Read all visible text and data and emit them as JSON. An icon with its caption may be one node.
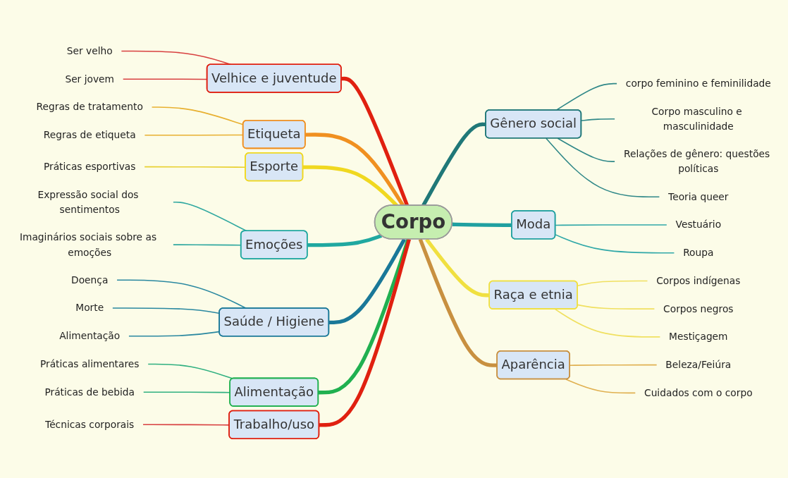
{
  "diagram": {
    "nodes": [
      {
        "text": [
          "Corpo"
        ]
      },
      {
        "text": [
          "Velhice e juventude"
        ]
      },
      {
        "text": [
          "Ser velho"
        ]
      },
      {
        "text": [
          "Ser jovem"
        ]
      },
      {
        "text": [
          "Etiqueta"
        ]
      },
      {
        "text": [
          "Regras de tratamento"
        ]
      },
      {
        "text": [
          "Regras de etiqueta"
        ]
      },
      {
        "text": [
          "Esporte"
        ]
      },
      {
        "text": [
          "Práticas esportivas"
        ]
      },
      {
        "text": [
          "Emoções"
        ]
      },
      {
        "text": [
          "Expressão social dos sentimentos"
        ]
      },
      {
        "text": [
          "Imaginários sociais sobre as emoções"
        ]
      },
      {
        "text": [
          "Saúde / Higiene"
        ]
      },
      {
        "text": [
          "Doença"
        ]
      },
      {
        "text": [
          "Morte"
        ]
      },
      {
        "text": [
          "Alimentação"
        ]
      },
      {
        "text": [
          "Alimentação"
        ]
      },
      {
        "text": [
          "Práticas alimentares"
        ]
      },
      {
        "text": [
          "Práticas de bebida"
        ]
      },
      {
        "text": [
          "Trabalho/uso"
        ]
      },
      {
        "text": [
          "Técnicas corporais"
        ]
      },
      {
        "text": [
          "Gênero social"
        ]
      },
      {
        "text": [
          "corpo feminino e feminilidade"
        ]
      },
      {
        "text": [
          "Corpo masculino e masculinidade"
        ]
      },
      {
        "text": [
          "Relações de gênero: questões políticas"
        ]
      },
      {
        "text": [
          "Teoria queer"
        ]
      },
      {
        "text": [
          "Moda"
        ]
      },
      {
        "text": [
          "Vestuário"
        ]
      },
      {
        "text": [
          "Roupa"
        ]
      },
      {
        "text": [
          "Raça e etnia"
        ]
      },
      {
        "text": [
          "Corpos indígenas"
        ]
      },
      {
        "text": [
          "Corpos negros"
        ]
      },
      {
        "text": [
          "Mestiçagem"
        ]
      },
      {
        "text": [
          "Aparência"
        ]
      },
      {
        "text": [
          "Beleza/Feiúra"
        ]
      },
      {
        "text": [
          "Cuidados com o corpo"
        ]
      }
    ],
    "edges": [
      {
        "from": 2,
        "to": 1,
        "arrow": "none",
        "color": "#d84040"
      },
      {
        "from": 3,
        "to": 1,
        "arrow": "none",
        "color": "#d84040"
      },
      {
        "from": 1,
        "to": 0,
        "arrow": "none",
        "style": "thick",
        "color": "#e02010"
      },
      {
        "from": 5,
        "to": 4,
        "arrow": "none",
        "color": "#e8b030"
      },
      {
        "from": 6,
        "to": 4,
        "arrow": "none",
        "color": "#e8b030"
      },
      {
        "from": 4,
        "to": 0,
        "arrow": "none",
        "style": "thick",
        "color": "#f09020"
      },
      {
        "from": 8,
        "to": 7,
        "arrow": "none",
        "color": "#e8d030"
      },
      {
        "from": 7,
        "to": 0,
        "arrow": "none",
        "style": "thick",
        "color": "#f0d820"
      },
      {
        "from": 10,
        "to": 9,
        "arrow": "none",
        "color": "#30a8a0"
      },
      {
        "from": 11,
        "to": 9,
        "arrow": "none",
        "color": "#30a8a0"
      },
      {
        "from": 9,
        "to": 0,
        "arrow": "none",
        "style": "thick",
        "color": "#20a8a0"
      },
      {
        "from": 13,
        "to": 12,
        "arrow": "none",
        "color": "#2a88a0"
      },
      {
        "from": 14,
        "to": 12,
        "arrow": "none",
        "color": "#2a88a0"
      },
      {
        "from": 15,
        "to": 12,
        "arrow": "none",
        "color": "#2a88a0"
      },
      {
        "from": 12,
        "to": 0,
        "arrow": "none",
        "style": "thick",
        "color": "#1a7898"
      },
      {
        "from": 17,
        "to": 16,
        "arrow": "none",
        "color": "#30b080"
      },
      {
        "from": 18,
        "to": 16,
        "arrow": "none",
        "color": "#30b080"
      },
      {
        "from": 16,
        "to": 0,
        "arrow": "none",
        "style": "thick",
        "color": "#20b050"
      },
      {
        "from": 20,
        "to": 19,
        "arrow": "none",
        "color": "#d84040"
      },
      {
        "from": 19,
        "to": 0,
        "arrow": "none",
        "style": "thick",
        "color": "#e02010"
      },
      {
        "from": 0,
        "to": 21,
        "arrow": "none",
        "style": "thick",
        "color": "#207878"
      },
      {
        "from": 21,
        "to": 22,
        "arrow": "none",
        "color": "#308888"
      },
      {
        "from": 21,
        "to": 23,
        "arrow": "none",
        "color": "#308888"
      },
      {
        "from": 21,
        "to": 24,
        "arrow": "none",
        "color": "#308888"
      },
      {
        "from": 21,
        "to": 25,
        "arrow": "none",
        "color": "#308888"
      },
      {
        "from": 0,
        "to": 26,
        "arrow": "none",
        "style": "thick",
        "color": "#20a0a0"
      },
      {
        "from": 26,
        "to": 27,
        "arrow": "none",
        "color": "#30a8a8"
      },
      {
        "from": 26,
        "to": 28,
        "arrow": "none",
        "color": "#30a8a8"
      },
      {
        "from": 0,
        "to": 29,
        "arrow": "none",
        "style": "thick",
        "color": "#f0e040"
      },
      {
        "from": 29,
        "to": 30,
        "arrow": "none",
        "color": "#f0e060"
      },
      {
        "from": 29,
        "to": 31,
        "arrow": "none",
        "color": "#f0e060"
      },
      {
        "from": 29,
        "to": 32,
        "arrow": "none",
        "color": "#f0e060"
      },
      {
        "from": 0,
        "to": 33,
        "arrow": "none",
        "style": "thick",
        "color": "#c89040"
      },
      {
        "from": 33,
        "to": 34,
        "arrow": "none",
        "color": "#e0b050"
      },
      {
        "from": 33,
        "to": 35,
        "arrow": "none",
        "color": "#e0b050"
      }
    ]
  }
}
